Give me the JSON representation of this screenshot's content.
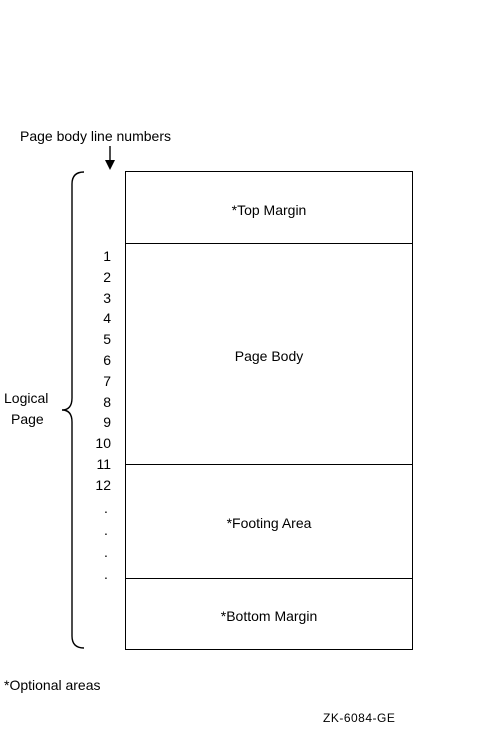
{
  "header_label": "Page body line numbers",
  "logical_page": {
    "line1": "Logical",
    "line2": "Page"
  },
  "areas": {
    "top_margin": "*Top Margin",
    "page_body": "Page Body",
    "footing_area": "*Footing Area",
    "bottom_margin": "*Bottom Margin"
  },
  "line_numbers": [
    "1",
    "2",
    "3",
    "4",
    "5",
    "6",
    "7",
    "8",
    "9",
    "10",
    "11",
    "12"
  ],
  "continuation_dots": [
    ".",
    ".",
    ".",
    "."
  ],
  "footnote": "*Optional areas",
  "figure_id": "ZK-6084-GE"
}
